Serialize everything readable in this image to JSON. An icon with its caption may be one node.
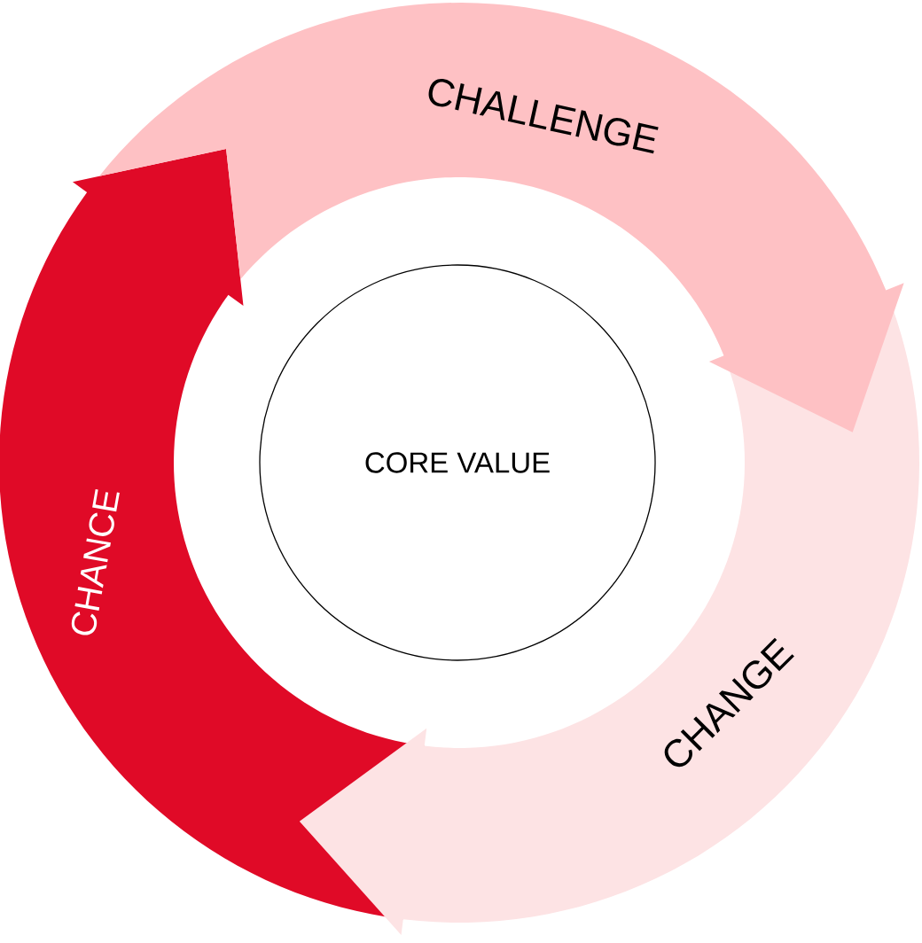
{
  "diagram": {
    "nodes": [
      {
        "text": [
          "CORE VALUE"
        ]
      },
      {
        "text": [
          "CHALLENGE"
        ]
      },
      {
        "text": [
          "CHANGE"
        ]
      },
      {
        "text": [
          "CHANCE"
        ]
      }
    ]
  }
}
